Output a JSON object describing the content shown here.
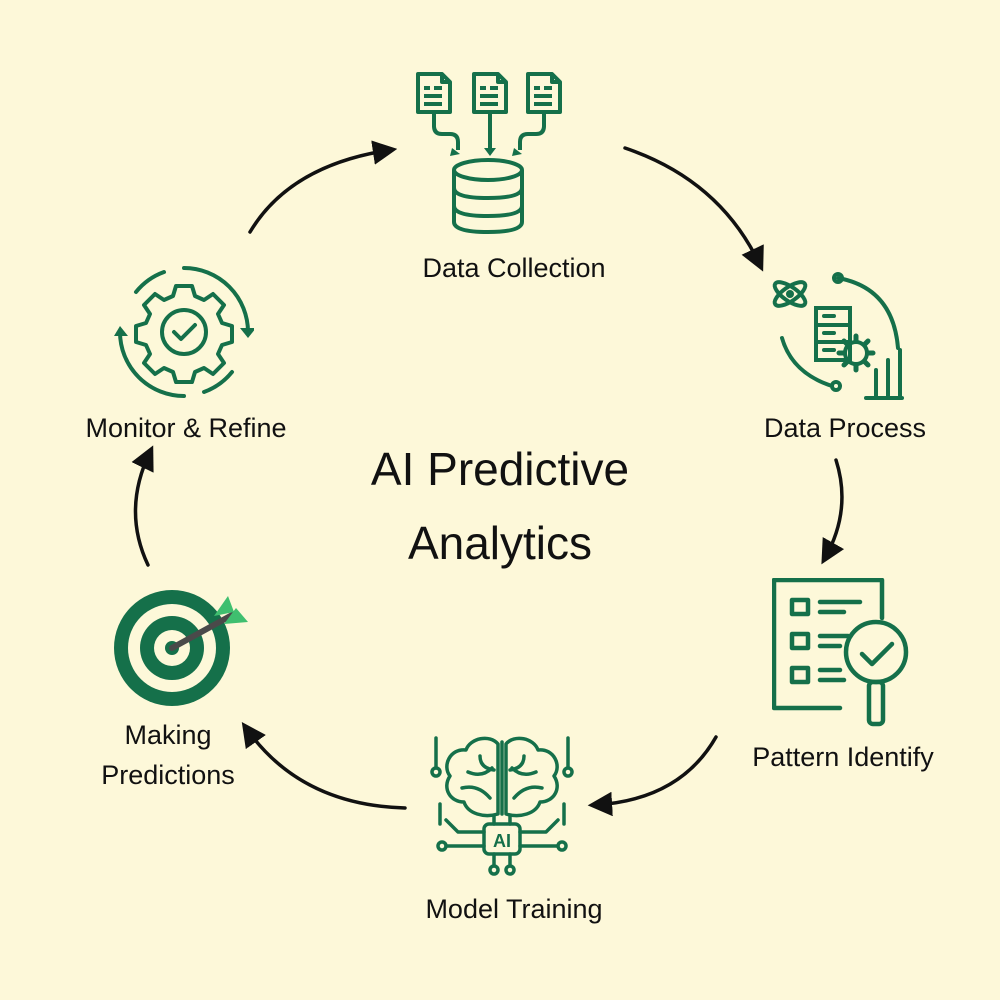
{
  "title_line1": "AI Predictive",
  "title_line2": "Analytics",
  "colors": {
    "background": "#fdf8d9",
    "icon": "#15704a",
    "icon_light": "#3fbf6f",
    "arrow": "#111111"
  },
  "steps": [
    {
      "label": "Data Collection",
      "icon": "database-documents-icon"
    },
    {
      "label": "Data Process",
      "icon": "data-processing-icon"
    },
    {
      "label": "Pattern Identify",
      "icon": "checklist-magnifier-icon"
    },
    {
      "label": "Model Training",
      "icon": "ai-brain-circuit-icon"
    },
    {
      "label": "Making Predictions",
      "label_lines": [
        "Making",
        "Predictions"
      ],
      "icon": "target-arrow-icon"
    },
    {
      "label": "Monitor & Refine",
      "icon": "gear-check-cycle-icon"
    }
  ]
}
